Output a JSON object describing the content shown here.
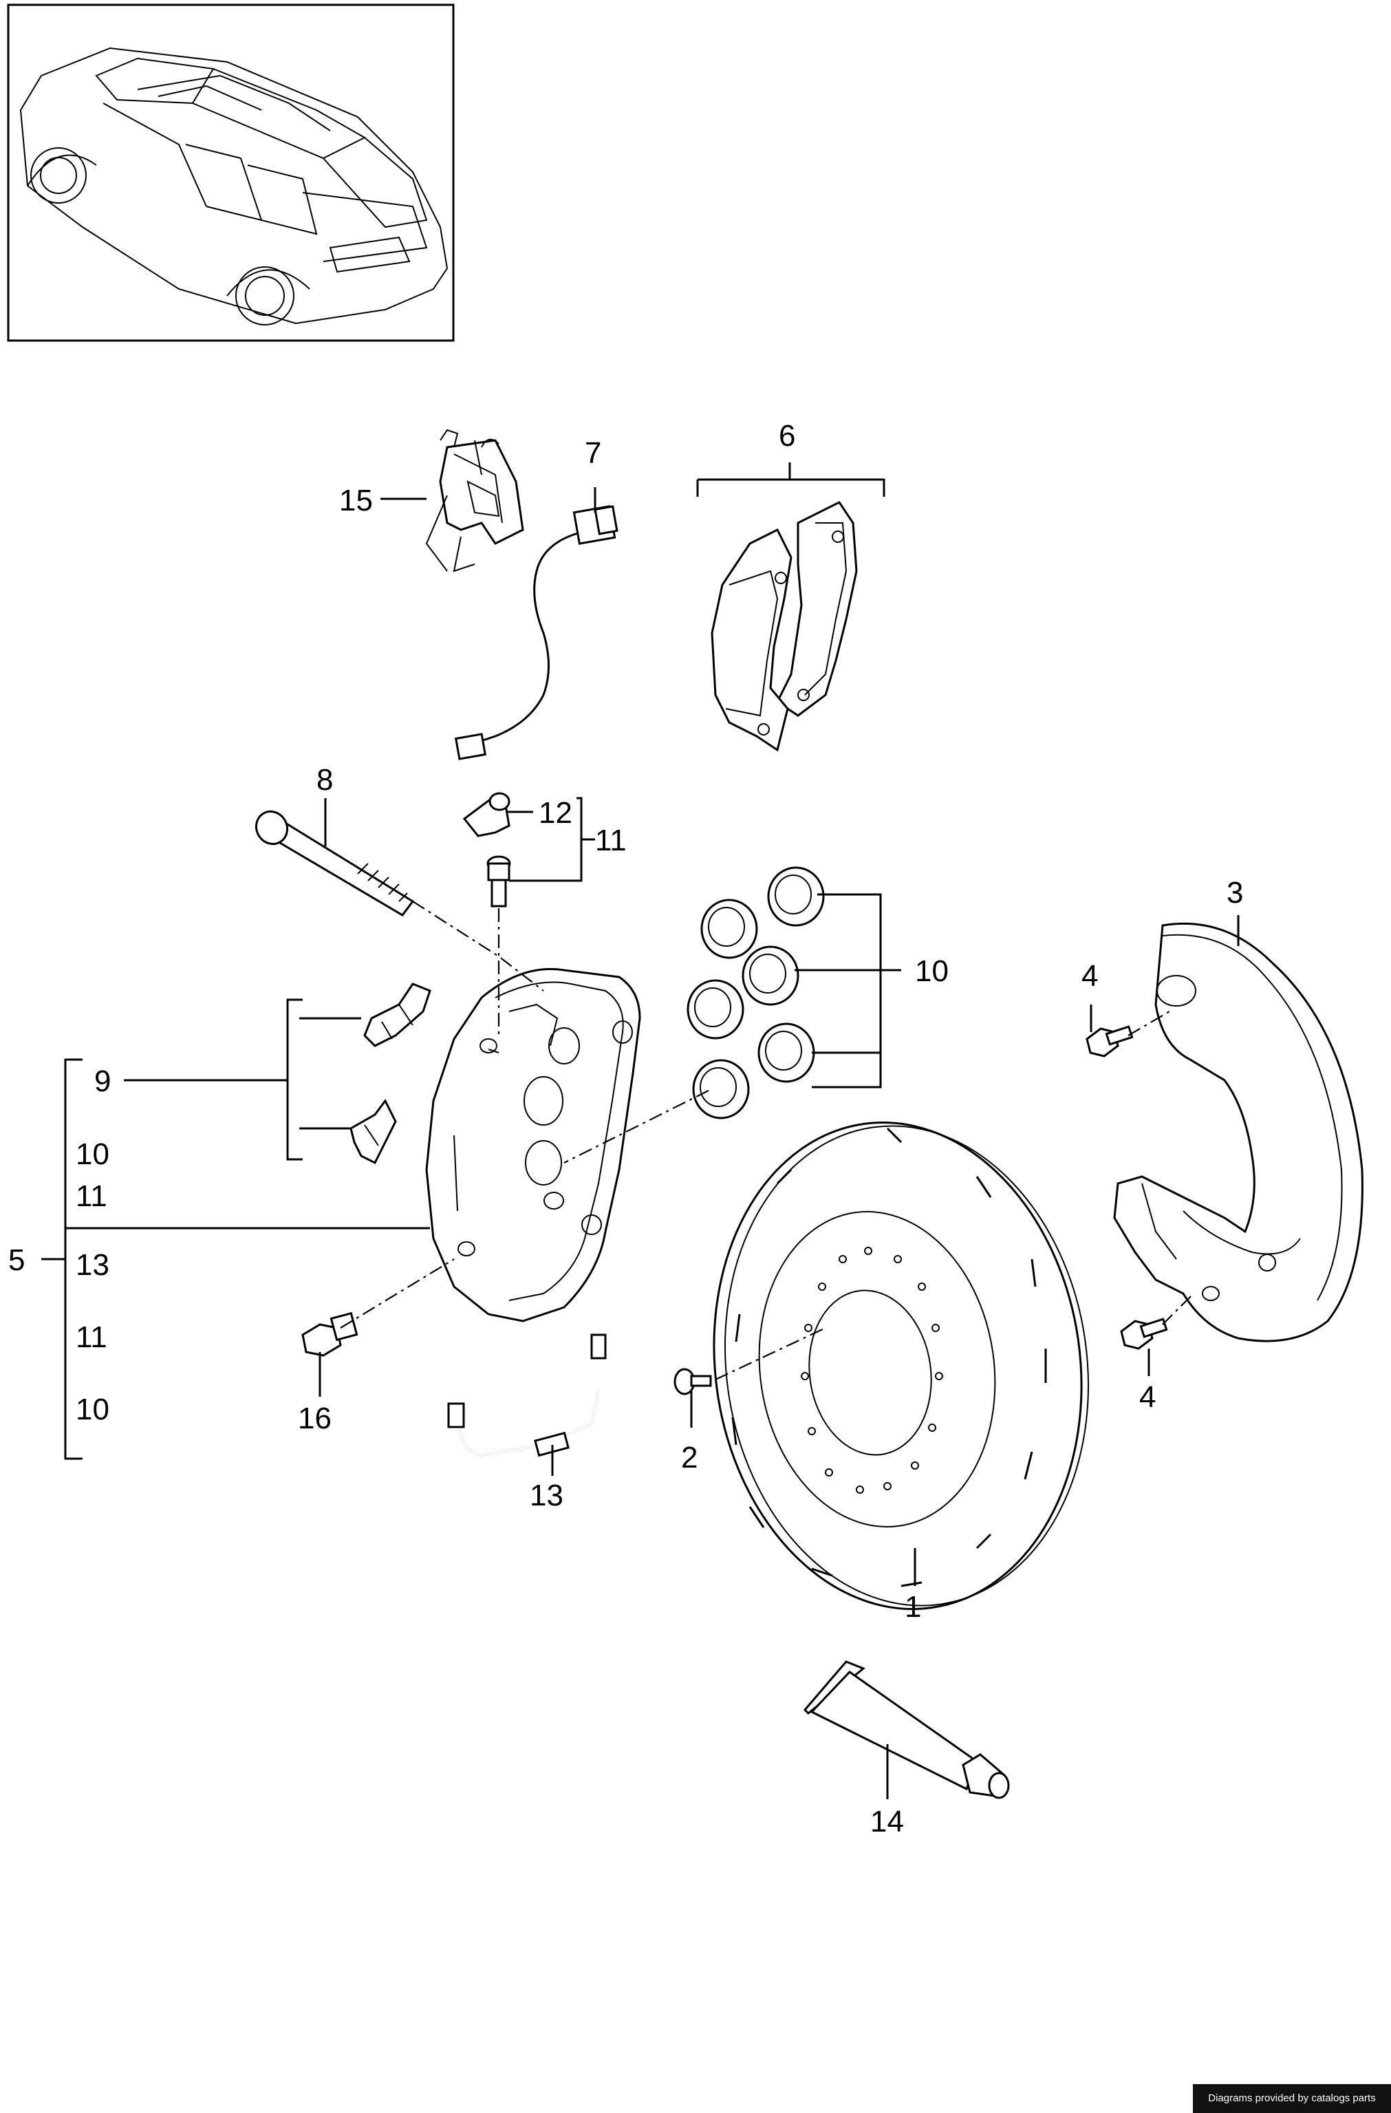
{
  "callouts": [
    {
      "id": "c1",
      "text": "1"
    },
    {
      "id": "c2",
      "text": "2"
    },
    {
      "id": "c3",
      "text": "3"
    },
    {
      "id": "c4a",
      "text": "4"
    },
    {
      "id": "c4b",
      "text": "4"
    },
    {
      "id": "c5",
      "text": "5"
    },
    {
      "id": "c6",
      "text": "6"
    },
    {
      "id": "c7",
      "text": "7"
    },
    {
      "id": "c8",
      "text": "8"
    },
    {
      "id": "c9",
      "text": "9"
    },
    {
      "id": "c10a",
      "text": "10"
    },
    {
      "id": "c10b",
      "text": "10"
    },
    {
      "id": "c10c",
      "text": "10"
    },
    {
      "id": "c11a",
      "text": "11"
    },
    {
      "id": "c11b",
      "text": "11"
    },
    {
      "id": "c11c",
      "text": "11"
    },
    {
      "id": "c12",
      "text": "12"
    },
    {
      "id": "c13a",
      "text": "13"
    },
    {
      "id": "c13b",
      "text": "13"
    },
    {
      "id": "c14",
      "text": "14"
    },
    {
      "id": "c15",
      "text": "15"
    },
    {
      "id": "c16",
      "text": "16"
    }
  ],
  "footer": {
    "credit": "Diagrams provided by catalogs parts"
  }
}
